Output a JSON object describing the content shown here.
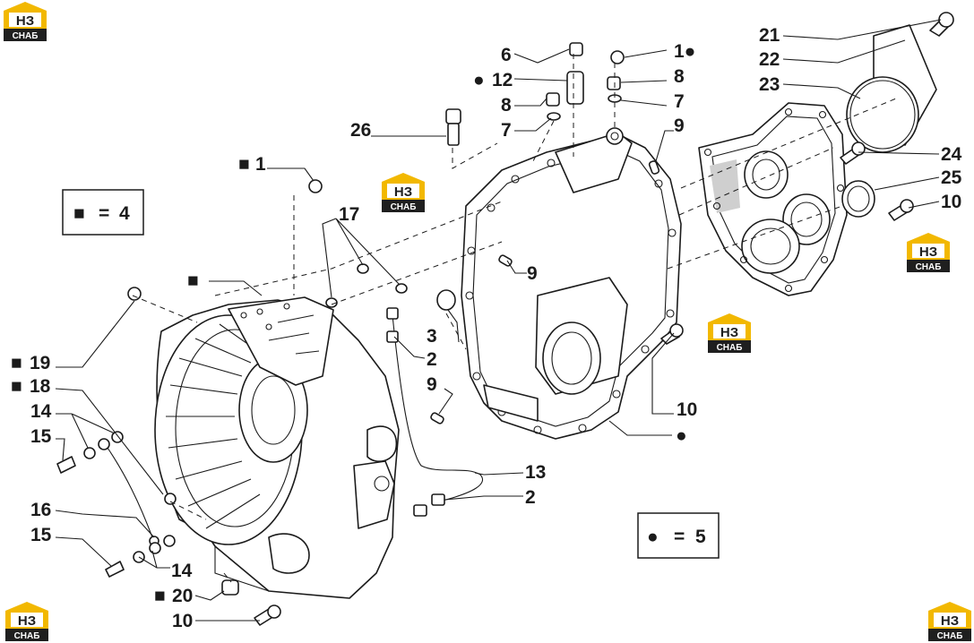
{
  "colors": {
    "ink": "#1b1b1b",
    "logo_yellow": "#f2b800",
    "logo_dark": "#1f1f1f"
  },
  "brand": {
    "mark_top": "НЗ",
    "mark_bottom": "СНАБ"
  },
  "legend_square": {
    "symbol": "■",
    "equals": "=",
    "value": "4"
  },
  "legend_circle": {
    "symbol": "●",
    "equals": "=",
    "value": "5"
  },
  "callouts": [
    {
      "id": "c21",
      "prefix": "",
      "text": "21"
    },
    {
      "id": "c22",
      "prefix": "",
      "text": "22"
    },
    {
      "id": "c23",
      "prefix": "",
      "text": "23"
    },
    {
      "id": "c24",
      "prefix": "",
      "text": "24"
    },
    {
      "id": "c25",
      "prefix": "",
      "text": "25"
    },
    {
      "id": "c10a",
      "prefix": "",
      "text": "10"
    },
    {
      "id": "c6",
      "prefix": "",
      "text": "6"
    },
    {
      "id": "c1b",
      "prefix": "",
      "text": "1●"
    },
    {
      "id": "c12",
      "prefix": "●",
      "text": "12"
    },
    {
      "id": "c8a",
      "prefix": "",
      "text": "8"
    },
    {
      "id": "c8b",
      "prefix": "",
      "text": "8"
    },
    {
      "id": "c7a",
      "prefix": "",
      "text": "7"
    },
    {
      "id": "c7b",
      "prefix": "",
      "text": "7"
    },
    {
      "id": "c9a",
      "prefix": "",
      "text": "9"
    },
    {
      "id": "c26",
      "prefix": "",
      "text": "26"
    },
    {
      "id": "c1a",
      "prefix": "■",
      "text": "1"
    },
    {
      "id": "c17",
      "prefix": "",
      "text": "17"
    },
    {
      "id": "c9b",
      "prefix": "",
      "text": "9"
    },
    {
      "id": "cHsq",
      "prefix": "■",
      "text": ""
    },
    {
      "id": "c3",
      "prefix": "",
      "text": "3"
    },
    {
      "id": "c2a",
      "prefix": "",
      "text": "2"
    },
    {
      "id": "c9c",
      "prefix": "",
      "text": "9"
    },
    {
      "id": "c10b",
      "prefix": "",
      "text": "10"
    },
    {
      "id": "cHcirc",
      "prefix": "●",
      "text": ""
    },
    {
      "id": "c19",
      "prefix": "■",
      "text": "19"
    },
    {
      "id": "c18",
      "prefix": "■",
      "text": "18"
    },
    {
      "id": "c14a",
      "prefix": "",
      "text": "14"
    },
    {
      "id": "c15a",
      "prefix": "",
      "text": "15"
    },
    {
      "id": "c13",
      "prefix": "",
      "text": "13"
    },
    {
      "id": "c2b",
      "prefix": "",
      "text": "2"
    },
    {
      "id": "c16",
      "prefix": "",
      "text": "16"
    },
    {
      "id": "c15b",
      "prefix": "",
      "text": "15"
    },
    {
      "id": "c14b",
      "prefix": "",
      "text": "14"
    },
    {
      "id": "c20",
      "prefix": "■",
      "text": "20"
    },
    {
      "id": "c10c",
      "prefix": "",
      "text": "10"
    }
  ]
}
